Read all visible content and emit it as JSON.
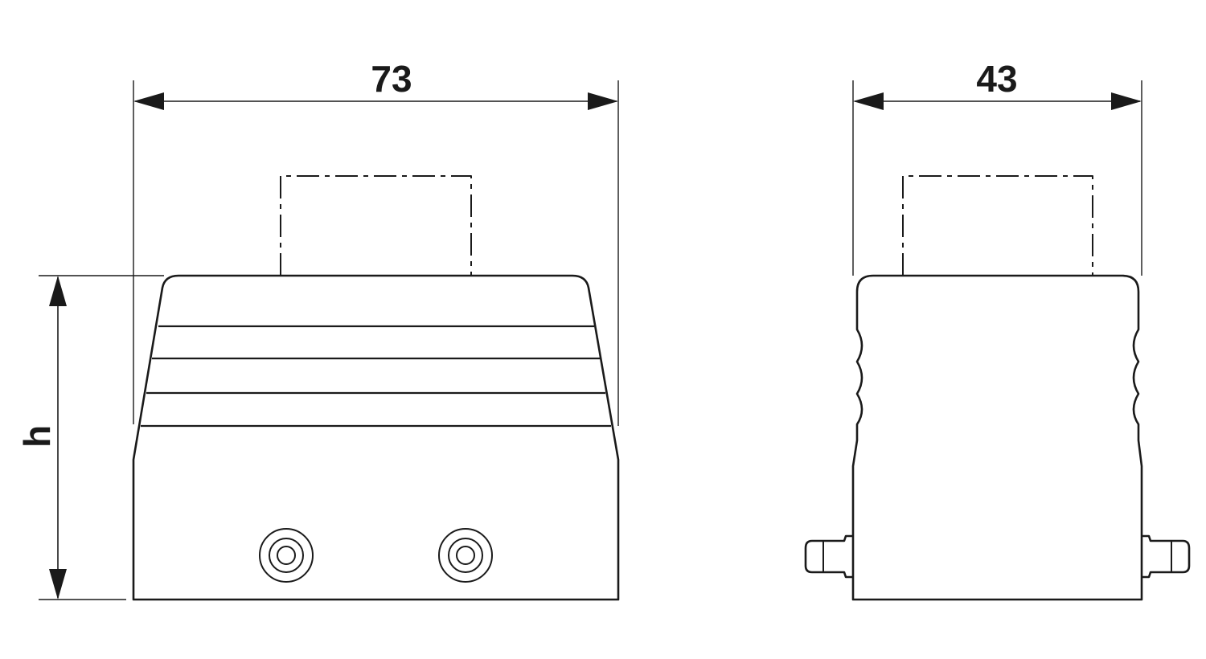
{
  "dimensions": {
    "width_front": "73",
    "width_side": "43",
    "height": "h"
  },
  "colors": {
    "line": "#1a1a1a",
    "background": "#ffffff"
  }
}
